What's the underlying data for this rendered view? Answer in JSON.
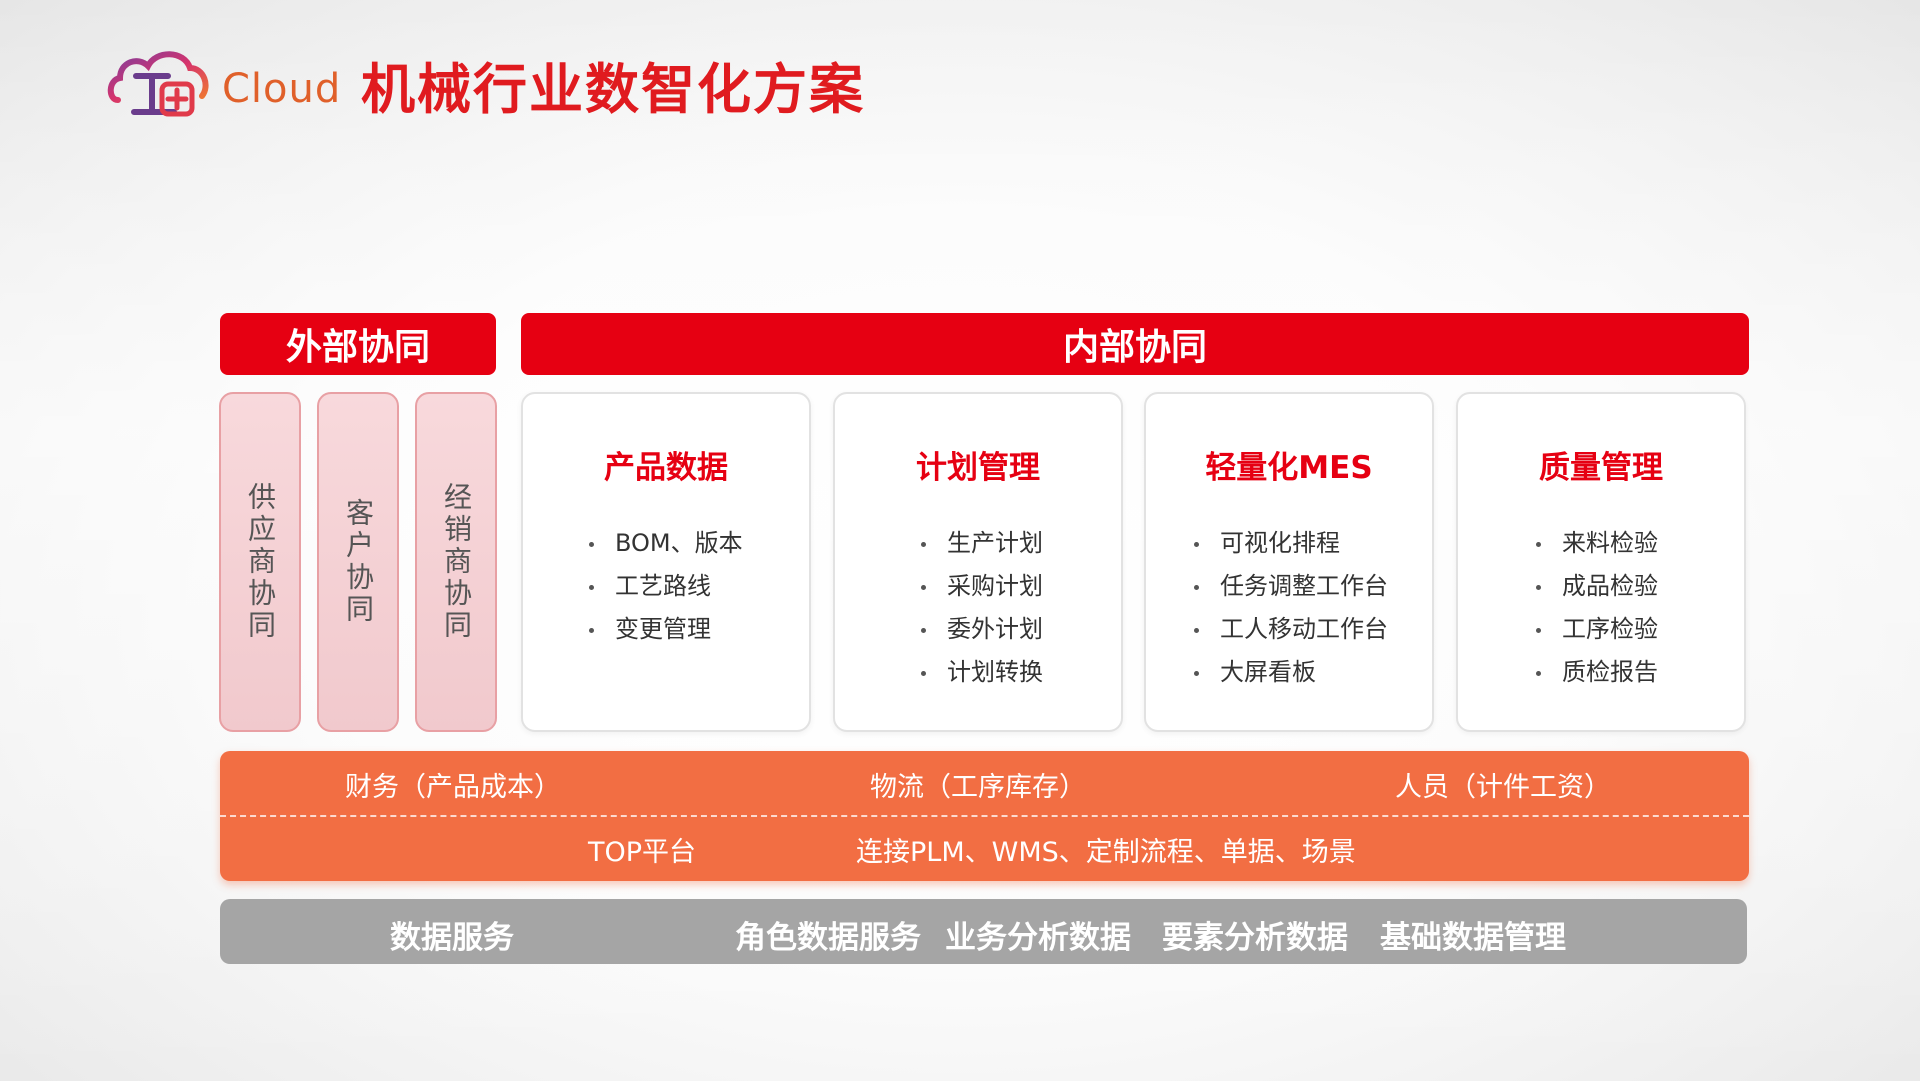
{
  "header": {
    "logo_text": "Cloud",
    "title": "机械行业数智化方案"
  },
  "external": {
    "band_label": "外部协同",
    "columns": [
      "供应商协同",
      "客户协同",
      "经销商协同"
    ]
  },
  "internal": {
    "band_label": "内部协同",
    "cards": [
      {
        "title": "产品数据",
        "items": [
          "BOM、版本",
          "工艺路线",
          "变更管理"
        ]
      },
      {
        "title": "计划管理",
        "items": [
          "生产计划",
          "采购计划",
          "委外计划",
          "计划转换"
        ]
      },
      {
        "title": "轻量化MES",
        "items": [
          "可视化排程",
          "任务调整工作台",
          "工人移动工作台",
          "大屏看板"
        ]
      },
      {
        "title": "质量管理",
        "items": [
          "来料检验",
          "成品检验",
          "工序检验",
          "质检报告"
        ]
      }
    ]
  },
  "platform": {
    "row1": [
      "财务（产品成本）",
      "物流（工序库存）",
      "人员（计件工资）"
    ],
    "top_label": "TOP平台",
    "top_desc": "连接PLM、WMS、定制流程、单据、场景"
  },
  "data_service": {
    "label": "数据服务",
    "items": [
      "角色数据服务",
      "业务分析数据",
      "要素分析数据",
      "基础数据管理"
    ]
  },
  "colors": {
    "primary_red": "#e60012",
    "orange": "#f26e43",
    "gray": "#a5a5a5",
    "pink": "#f4d0d4"
  }
}
